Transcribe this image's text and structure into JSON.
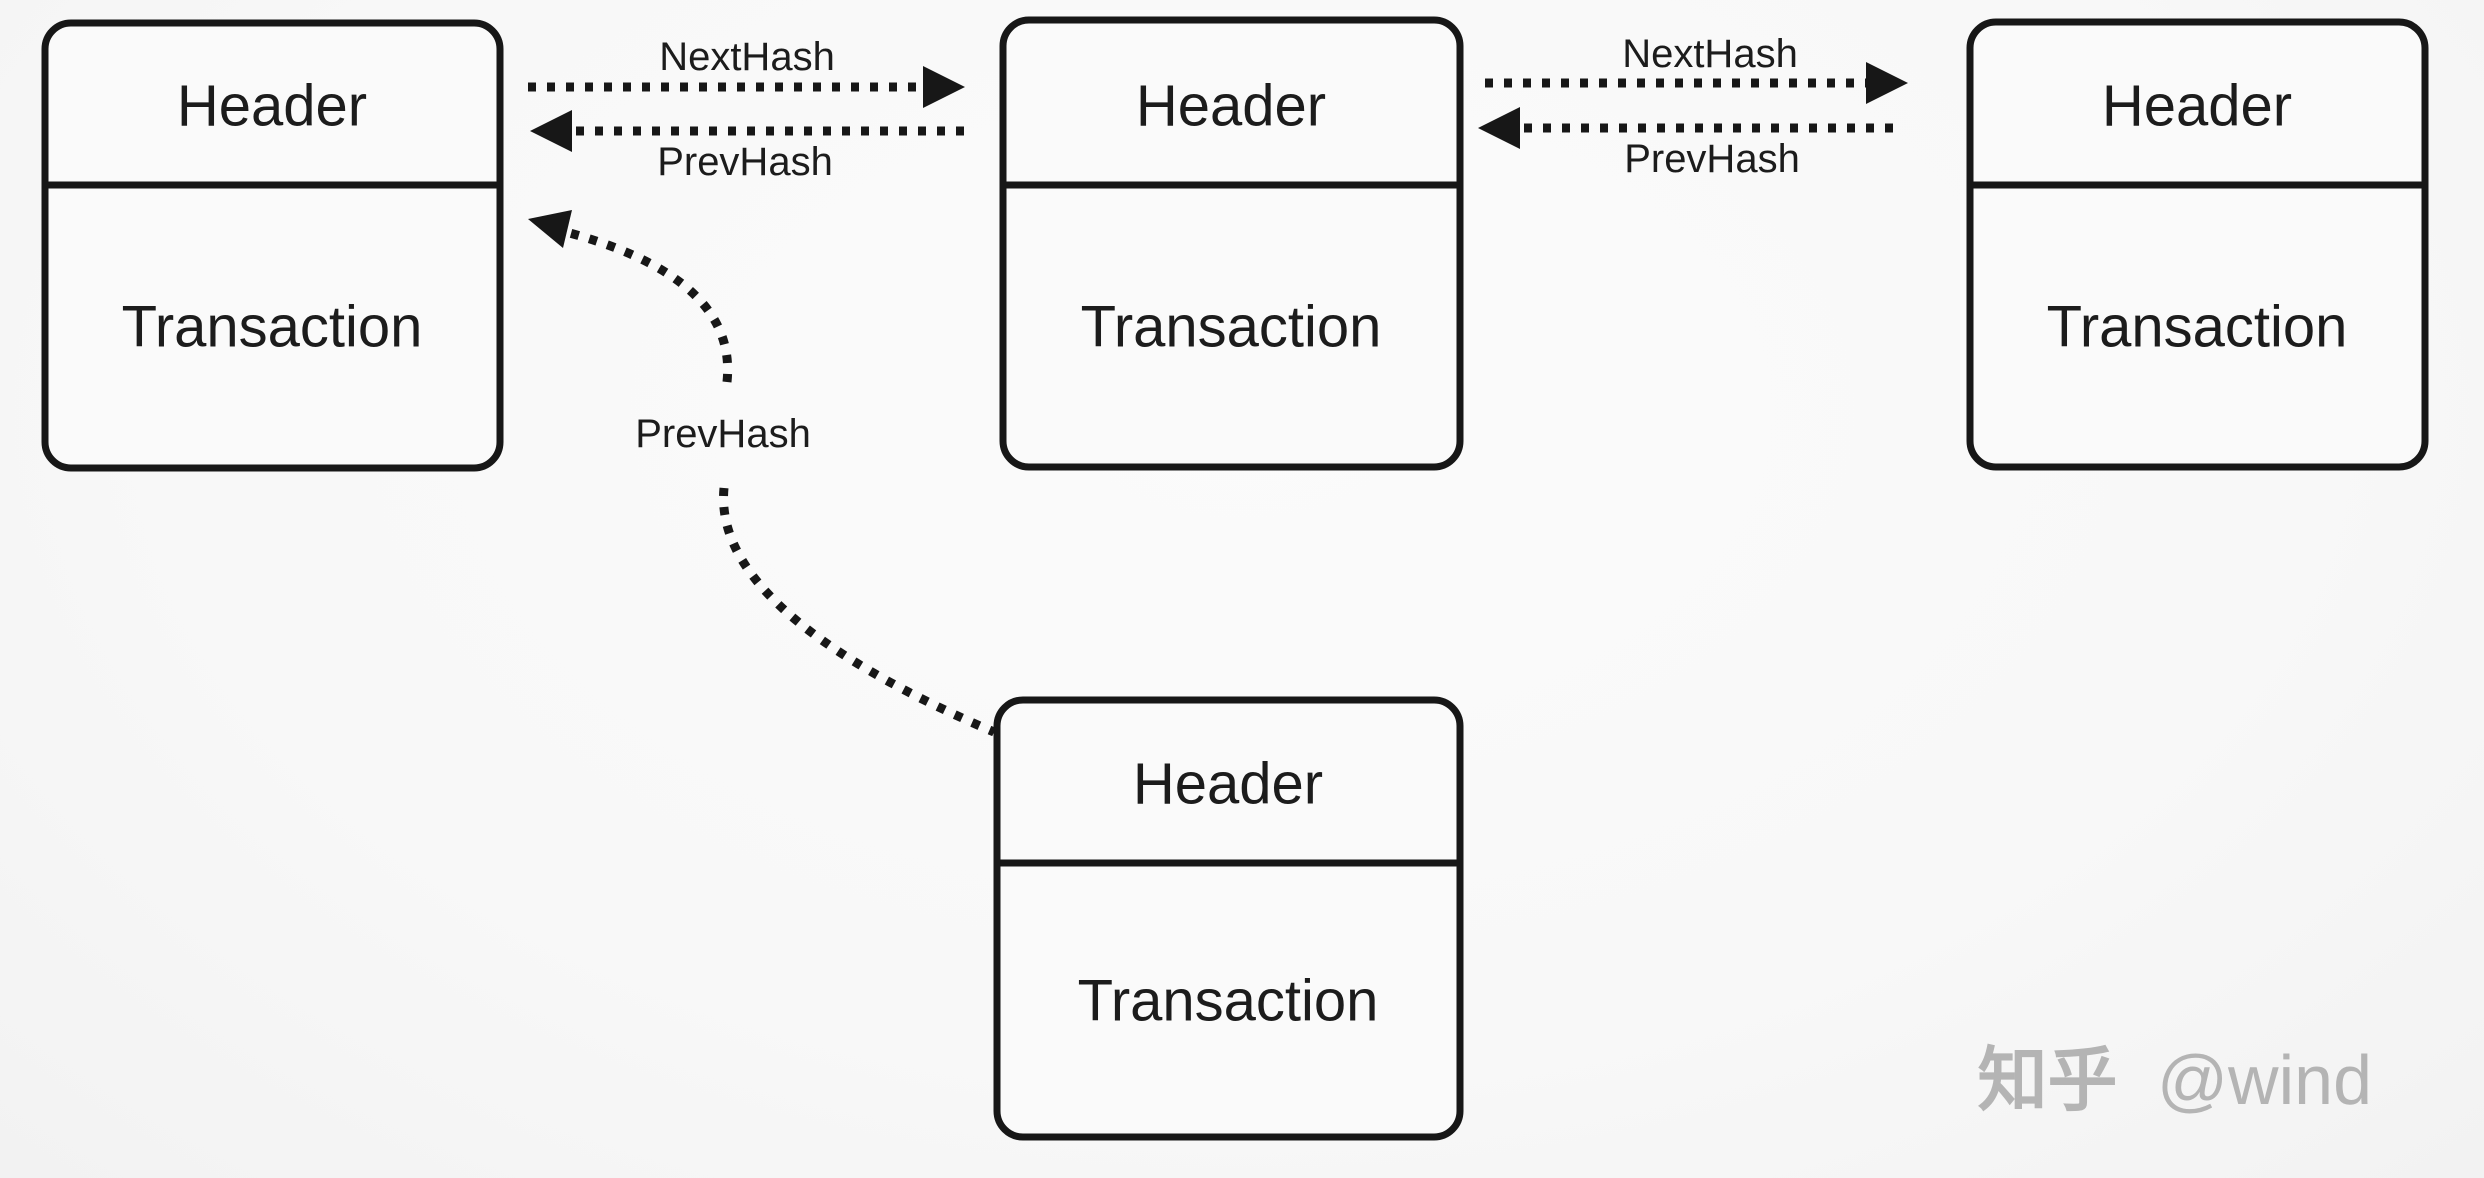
{
  "diagram": {
    "background_color": "#f8f8f8",
    "line_color": "#171717",
    "watermark_color": "#b4b4b4",
    "blocks": [
      {
        "name": "block-1",
        "header": "Header",
        "body": "Transaction"
      },
      {
        "name": "block-2",
        "header": "Header",
        "body": "Transaction"
      },
      {
        "name": "block-3",
        "header": "Header",
        "body": "Transaction"
      },
      {
        "name": "block-4",
        "header": "Header",
        "body": "Transaction"
      }
    ],
    "arrows": {
      "pair1": {
        "next": "NextHash",
        "prev": "PrevHash"
      },
      "pair2": {
        "next": "NextHash",
        "prev": "PrevHash"
      },
      "curved": {
        "label": "PrevHash"
      }
    },
    "watermark": {
      "brand": "知乎",
      "handle": "@wind"
    }
  }
}
